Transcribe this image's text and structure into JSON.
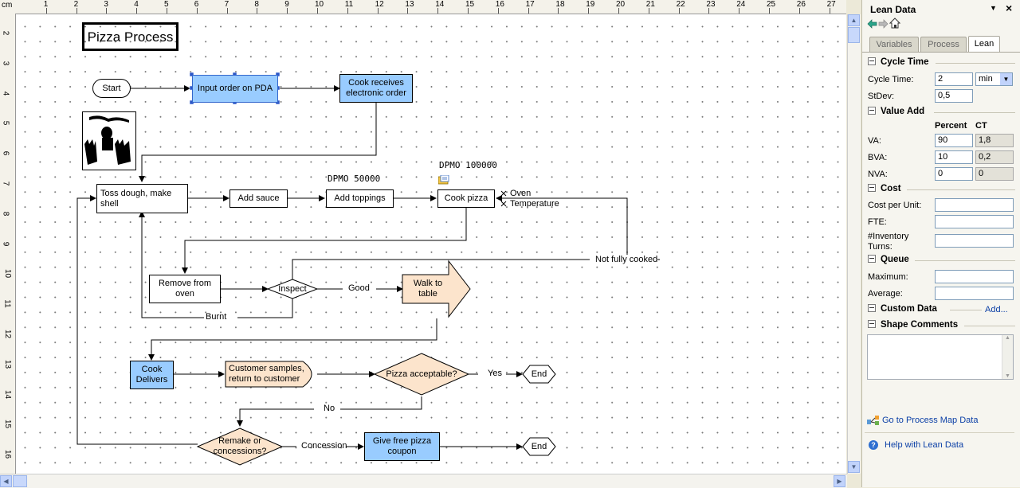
{
  "ruler": {
    "unit": "cm",
    "h_labels": [
      "1",
      "2",
      "3",
      "4",
      "5",
      "6",
      "7",
      "8",
      "9",
      "10",
      "11",
      "12",
      "13",
      "14",
      "15",
      "16",
      "17",
      "18",
      "19",
      "20",
      "21",
      "22",
      "23",
      "24",
      "25",
      "26",
      "27"
    ],
    "v_labels": [
      "2",
      "3",
      "4",
      "5",
      "6",
      "7",
      "8",
      "9",
      "10",
      "11",
      "12",
      "13",
      "14",
      "15",
      "16"
    ]
  },
  "diagram": {
    "title": "Pizza Process",
    "start": "Start",
    "input_order": "Input order on PDA",
    "cook_receives": "Cook receives electronic order",
    "toss_dough": "Toss dough, make shell",
    "add_sauce": "Add sauce",
    "add_toppings": "Add toppings",
    "cook_pizza": "Cook pizza",
    "dpmo_toppings": "DPMO  50000",
    "dpmo_cook": "DPMO  100000",
    "x_oven": "Oven",
    "x_temperature": "Temperature",
    "not_fully_cooked": "Not fully cooked",
    "remove_from_oven": "Remove from oven",
    "inspect": "Inspect",
    "good": "Good",
    "walk_to_table": "Walk to table",
    "burnt": "Burnt",
    "cook_delivers": "Cook Delivers",
    "customer_samples": "Customer samples, return to customer",
    "pizza_acceptable": "Pizza acceptable?",
    "yes": "Yes",
    "end1": "End",
    "no": "No",
    "remake": "Remake or concessions?",
    "concession": "Concession",
    "give_free": "Give free pizza coupon",
    "end2": "End"
  },
  "panel": {
    "title": "Lean Data",
    "tabs": [
      "Variables",
      "Process",
      "Lean"
    ],
    "active_tab": "Lean",
    "cycle_time": {
      "header": "Cycle Time",
      "cycle_label": "Cycle Time:",
      "cycle_value": "2",
      "unit": "min",
      "stdev_label": "StDev:",
      "stdev_value": "0,5"
    },
    "value_add": {
      "header": "Value Add",
      "col_percent": "Percent",
      "col_ct": "CT",
      "va_label": "VA:",
      "va_pct": "90",
      "va_ct": "1,8",
      "bva_label": "BVA:",
      "bva_pct": "10",
      "bva_ct": "0,2",
      "nva_label": "NVA:",
      "nva_pct": "0",
      "nva_ct": "0"
    },
    "cost": {
      "header": "Cost",
      "cost_per_unit": "Cost per Unit:",
      "fte": "FTE:",
      "inventory_turns_1": "#Inventory",
      "inventory_turns_2": "Turns:"
    },
    "queue": {
      "header": "Queue",
      "maximum": "Maximum:",
      "average": "Average:"
    },
    "custom_data": {
      "header": "Custom Data",
      "add_link": "Add..."
    },
    "shape_comments": {
      "header": "Shape Comments"
    },
    "links": {
      "process_map": "Go to Process Map Data",
      "help": "Help with Lean Data"
    }
  },
  "colors": {
    "blue_fill": "#99ccff",
    "peach_fill": "#fce4cc",
    "panel_bg": "#f6f5ef",
    "link": "#0b3fa6"
  }
}
